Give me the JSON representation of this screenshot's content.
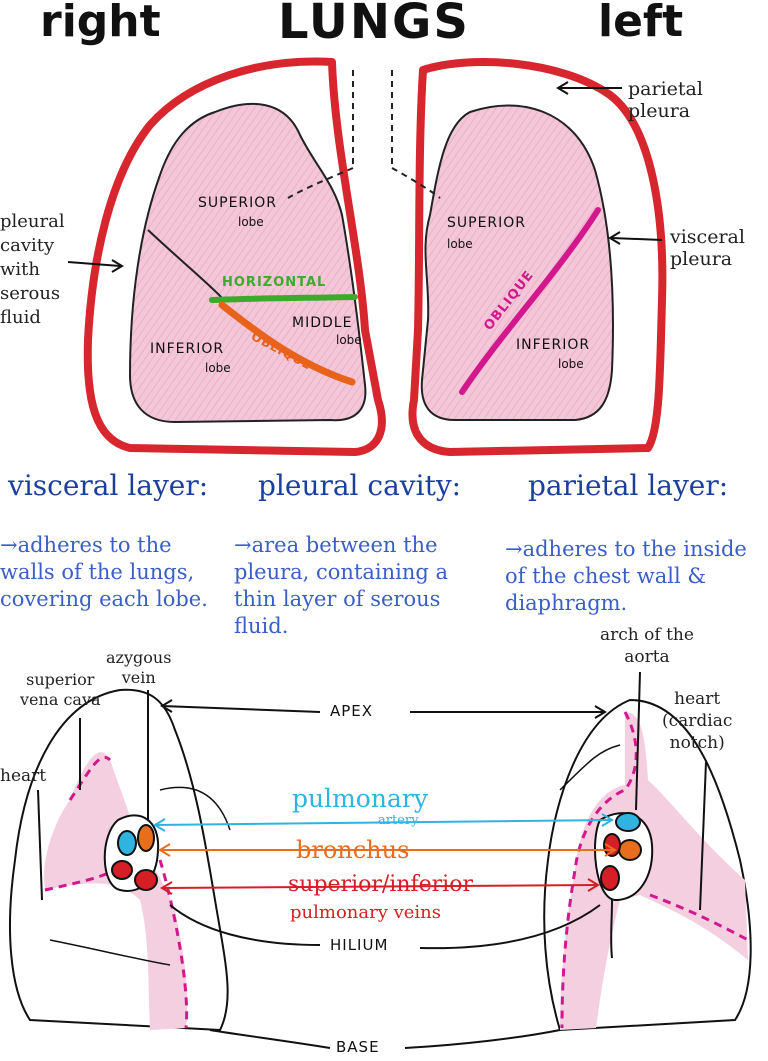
{
  "header": {
    "right": "right",
    "title": "LUNGS",
    "left": "left"
  },
  "frontal_view": {
    "parietal_pleura": "parietal\npleura",
    "visceral_pleura": "visceral\npleura",
    "pleural_cavity": "pleural\ncavity\nwith\nserous\nfluid",
    "right_lung": {
      "superior": "SUPERIOR",
      "superior_sub": "lobe",
      "horizontal": "HORIZONTAL",
      "middle": "MIDDLE",
      "middle_sub": "lobe",
      "oblique": "OBLIQUE",
      "inferior": "INFERIOR",
      "inferior_sub": "lobe"
    },
    "left_lung": {
      "superior": "SUPERIOR",
      "superior_sub": "lobe",
      "oblique": "OBLIQUE",
      "inferior": "INFERIOR",
      "inferior_sub": "lobe"
    }
  },
  "definitions": [
    {
      "term": "visceral layer:",
      "text": "→adheres to the walls of the lungs, covering each lobe."
    },
    {
      "term": "pleural cavity:",
      "text": "→area between the pleura, containing a thin layer of serous fluid."
    },
    {
      "term": "parietal layer:",
      "text": "→adheres to the inside of the chest wall & diaphragm."
    }
  ],
  "medial_view": {
    "superior_vena_cava": "superior\nvena cava",
    "azygous_vein": "azygous\nvein",
    "heart_right": "heart",
    "arch_of_aorta": "arch of the\naorta",
    "heart_left": "heart\n(cardiac\nnotch)",
    "apex": "APEX",
    "pulmonary_artery": "pulmonary",
    "pulmonary_artery_sub": "artery",
    "bronchus": "bronchus",
    "pulmonary_veins": "superior/inferior",
    "pulmonary_veins_sub": "pulmonary veins",
    "hilum": "HILIUM",
    "base": "BASE"
  },
  "colors": {
    "pleura_red": "#d7262e",
    "lung_pink": "#f2c3d6",
    "horizontal_green": "#3caa2a",
    "oblique_orange": "#e8621a",
    "oblique_magenta": "#d3188e",
    "artery_blue": "#2fb3e0",
    "bronchus_orange": "#e86d1c",
    "vein_red": "#d51e25",
    "title_blue": "#1b3f9e",
    "note_blue": "#3a5ec7"
  }
}
